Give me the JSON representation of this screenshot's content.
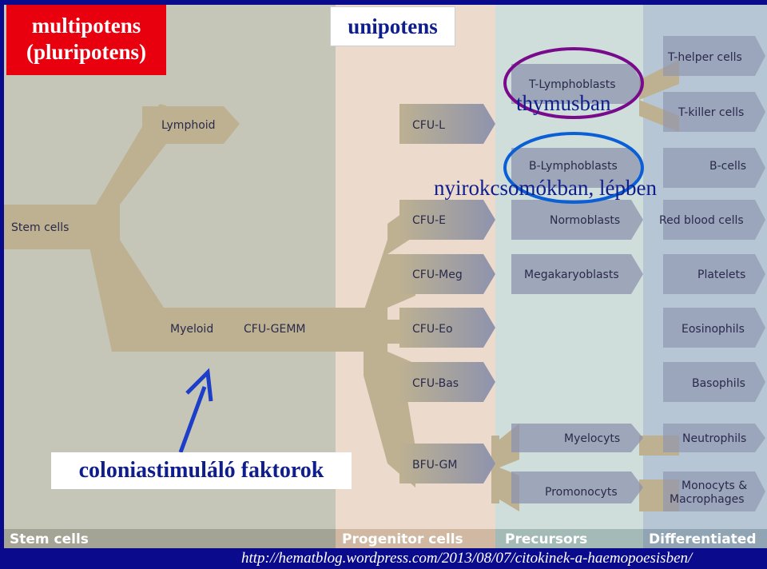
{
  "annotations": {
    "multipotens": "multipotens",
    "pluripotens": "(pluripotens)",
    "unipotens": "unipotens",
    "thymusban": "thymusban",
    "nyirok": "nyirokcsomókban, lépben",
    "colonia": "coloniastimuláló faktorok"
  },
  "diagram": {
    "stem_cells": "Stem cells",
    "lymphoid": "Lymphoid",
    "myeloid": "Myeloid",
    "cfu_gemm": "CFU-GEMM",
    "cfu_l": "CFU-L",
    "cfu_e": "CFU-E",
    "cfu_meg": "CFU-Meg",
    "cfu_eo": "CFU-Eo",
    "cfu_bas": "CFU-Bas",
    "bfu_gm": "BFU-GM",
    "t_lymphoblasts": "T-Lymphoblasts",
    "b_lymphoblasts": "B-Lymphoblasts",
    "normoblasts": "Normoblasts",
    "megakaryoblasts": "Megakaryoblasts",
    "myelocyts": "Myelocyts",
    "promonocyts": "Promonocyts",
    "t_helper": "T-helper cells",
    "t_killer": "T-killer cells",
    "b_cells": "B-cells",
    "red_blood": "Red blood cells",
    "platelets": "Platelets",
    "eosinophils": "Eosinophils",
    "basophils": "Basophils",
    "neutrophils": "Neutrophils",
    "monocytes_1": "Monocyts &",
    "monocytes_2": "Macrophages"
  },
  "footer": {
    "stem": "Stem cells",
    "progenitor": "Progenitor cells",
    "precursors": "Precursors",
    "differentiated": "Differentiated"
  },
  "url": "http://hematblog.wordpress.com/2013/08/07/citokinek-a-haemopoesisben/",
  "colors": {
    "stem_column": "#c6c6b8",
    "progenitor_column": "#ecdbcc",
    "precursor_column": "#cfdedb",
    "differentiated_column": "#b6c6d4",
    "branch_tan": "#bdb192",
    "arrow_grey": "#8e93ad",
    "ellipse_purple": "#7a0a8c",
    "ellipse_blue": "#0a5fd6",
    "annotation_blue": "#0f1e8c",
    "annotation_red": "#e8000e"
  }
}
